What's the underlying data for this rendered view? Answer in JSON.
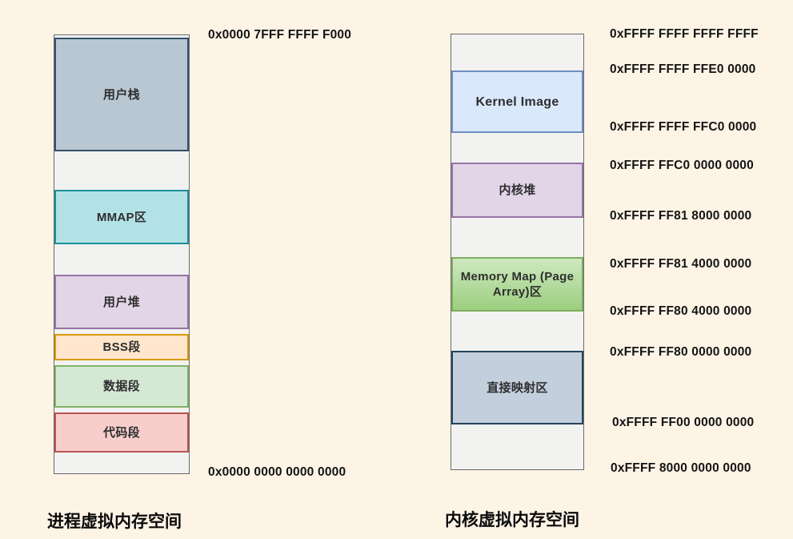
{
  "background_color": "#FDF4E6",
  "left_column": {
    "title": "进程虚拟内存空间",
    "addresses": [
      "0x0000 7FFF FFFF F000",
      "0x0000 0000 0000 0000"
    ],
    "blocks": [
      {
        "label": "用户栈",
        "fill": "#B9C7D2",
        "border": "#33516B"
      },
      {
        "label": "MMAP区",
        "fill": "#B2E2E6",
        "border": "#1D8F98"
      },
      {
        "label": "用户堆",
        "fill": "#E1D5E7",
        "border": "#9673A6"
      },
      {
        "label": "BSS段",
        "fill": "#FFE6CC",
        "border": "#D79B00"
      },
      {
        "label": "数据段",
        "fill": "#D5E8D4",
        "border": "#82B366"
      },
      {
        "label": "代码段",
        "fill": "#F8CECC",
        "border": "#B85450"
      }
    ]
  },
  "right_column": {
    "title": "内核虚拟内存空间",
    "addresses": [
      "0xFFFF FFFF FFFF FFFF",
      "0xFFFF FFFF FFE0 0000",
      "0xFFFF FFFF FFC0 0000",
      "0xFFFF FFC0 0000 0000",
      "0xFFFF FF81 8000 0000",
      "0xFFFF FF81 4000 0000",
      "0xFFFF FF80 4000 0000",
      "0xFFFF FF80 0000 0000",
      "0xFFFF FF00 0000 0000",
      "0xFFFF 8000 0000 0000"
    ],
    "blocks": [
      {
        "label": "Kernel Image",
        "fill": "#DAE8FC",
        "border": "#6C8EBF"
      },
      {
        "label": "内核堆",
        "fill": "#E1D5E7",
        "border": "#9673A6"
      },
      {
        "label": "Memory Map (Page Array)区",
        "fill_top": "#CFE9C0",
        "fill_bottom": "#9BCE7F",
        "border": "#7FAB60"
      },
      {
        "label": "直接映射区",
        "fill": "#C3CFDC",
        "border": "#23445D"
      }
    ]
  }
}
